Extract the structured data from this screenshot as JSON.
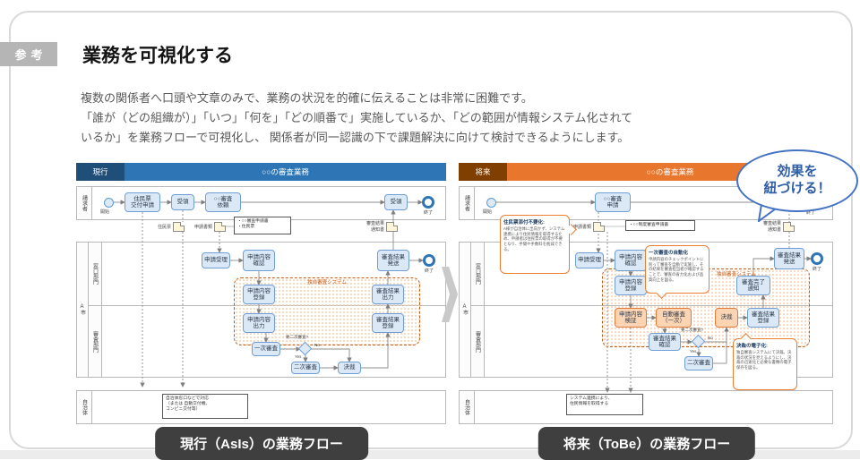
{
  "page": {
    "badge": "参考",
    "title": "業務を可視化する",
    "paragraph": [
      "複数の関係者へ口頭や文章のみで、業務の状況を的確に伝えることは非常に困難です。",
      "「誰が（どの組織が）」「いつ」「何を」「どの順番で」実施しているか、「どの範囲が情報システム化されて",
      "いるか」を業務フローで可視化し、 関係者が同一認識の下で課題解決に向けて検討できるようにします。"
    ]
  },
  "colors": {
    "asis_accent": "#2e75b6",
    "asis_tag": "#1f4e79",
    "tobe_accent": "#e8762d",
    "tobe_tag": "#7f3f00",
    "caption_bg": "#3f3f3f",
    "balloon_blue": "#4472c4",
    "system_dash": "#c55a11"
  },
  "asis": {
    "tag": "現行",
    "header": "○○の審査業務",
    "caption": "現行（AsIs）の業務フロー",
    "lanes": {
      "requester": "請求者",
      "city": "A市",
      "counter": "窓口部門",
      "review": "審査部門",
      "municipality": "自治体"
    },
    "nodes": {
      "start": "開始",
      "end": "終了",
      "end2": "終了",
      "apply_resident": "住民票\n交付申請",
      "receive1": "受領",
      "request_review": "○○審査\n依頼",
      "receive2": "受領",
      "accept": "申請受理",
      "confirm": "申請内容\n確認",
      "register_app": "申請内容\n登録",
      "output_app": "申請内容\n出力",
      "first_review": "一次審査",
      "second_review": "二次審査",
      "approval": "決裁",
      "register_result": "審査結果\n登録",
      "output_result": "審査結果\n出力",
      "send_result": "審査結果\n発送"
    },
    "decision": "要二次審査?",
    "yes": "Yes",
    "no": "No",
    "system_box": "独自審査システム",
    "docs": {
      "resident_card": "住民票",
      "application": "申請書類",
      "result_notice": "審査結果\n通知書"
    },
    "notes": {
      "attachments": "・○○審査申請書\n・住民票",
      "municipality_note": "自治体窓口などで対応\n（または 自動交付機、\nコンビニ交付等）"
    }
  },
  "tobe": {
    "tag": "将来",
    "header": "○○の審査業務",
    "caption": "将来（ToBe）の業務フロー",
    "lanes": {
      "requester": "請求者",
      "city": "A市",
      "counter": "窓口部門",
      "review": "審査部門",
      "municipality": "自治体"
    },
    "nodes": {
      "start": "開始",
      "end": "終了",
      "end2": "終了",
      "apply": "○○審査\n申請",
      "accept": "申請受理",
      "confirm": "申請内容\n確認",
      "register_app": "申請内容\n登録",
      "verify": "申請内容\n検証",
      "auto_review": "自動審査\n（一次）",
      "check_result": "審査結果\n確認",
      "second_review": "二次審査",
      "approval": "決裁",
      "register_result": "審査結果\n登録",
      "complete_notice": "審査完了\n通知",
      "send_result": "審査結果\n発送"
    },
    "decision": "要二次審査?",
    "yes": "Yes",
    "no": "No",
    "system_box": "独自審査システム",
    "docs": {
      "application": "申請書類",
      "result_notice": "審査結果\n通知書"
    },
    "notes": {
      "attachments": "・○○制度審査申請書",
      "municipality_note": "システム連携により、\n住民情報を取得する"
    },
    "callouts": [
      {
        "title": "住民票添付不要化:",
        "body": "A様が自治体に出向かず、システム連携により住民情報を取得するため、申請者は住民票の取得が不要となり、手間や手数料を削減できる。"
      },
      {
        "title": "一次審査の自動化",
        "body": "申請内容のチェックポイントに則って審査を自動で実施し、その結果を審査担当者が確認することで、審査の省力化および品質向上を図る。"
      },
      {
        "title": "決裁の電子化:",
        "body": "独自審査システムにて決裁。決裁の状況を見えるようにし、決裁の迅速化と必要な書類の電子保存を図る。"
      }
    ],
    "balloon": {
      "line1": "効果を",
      "line2": "紐づける！"
    }
  }
}
